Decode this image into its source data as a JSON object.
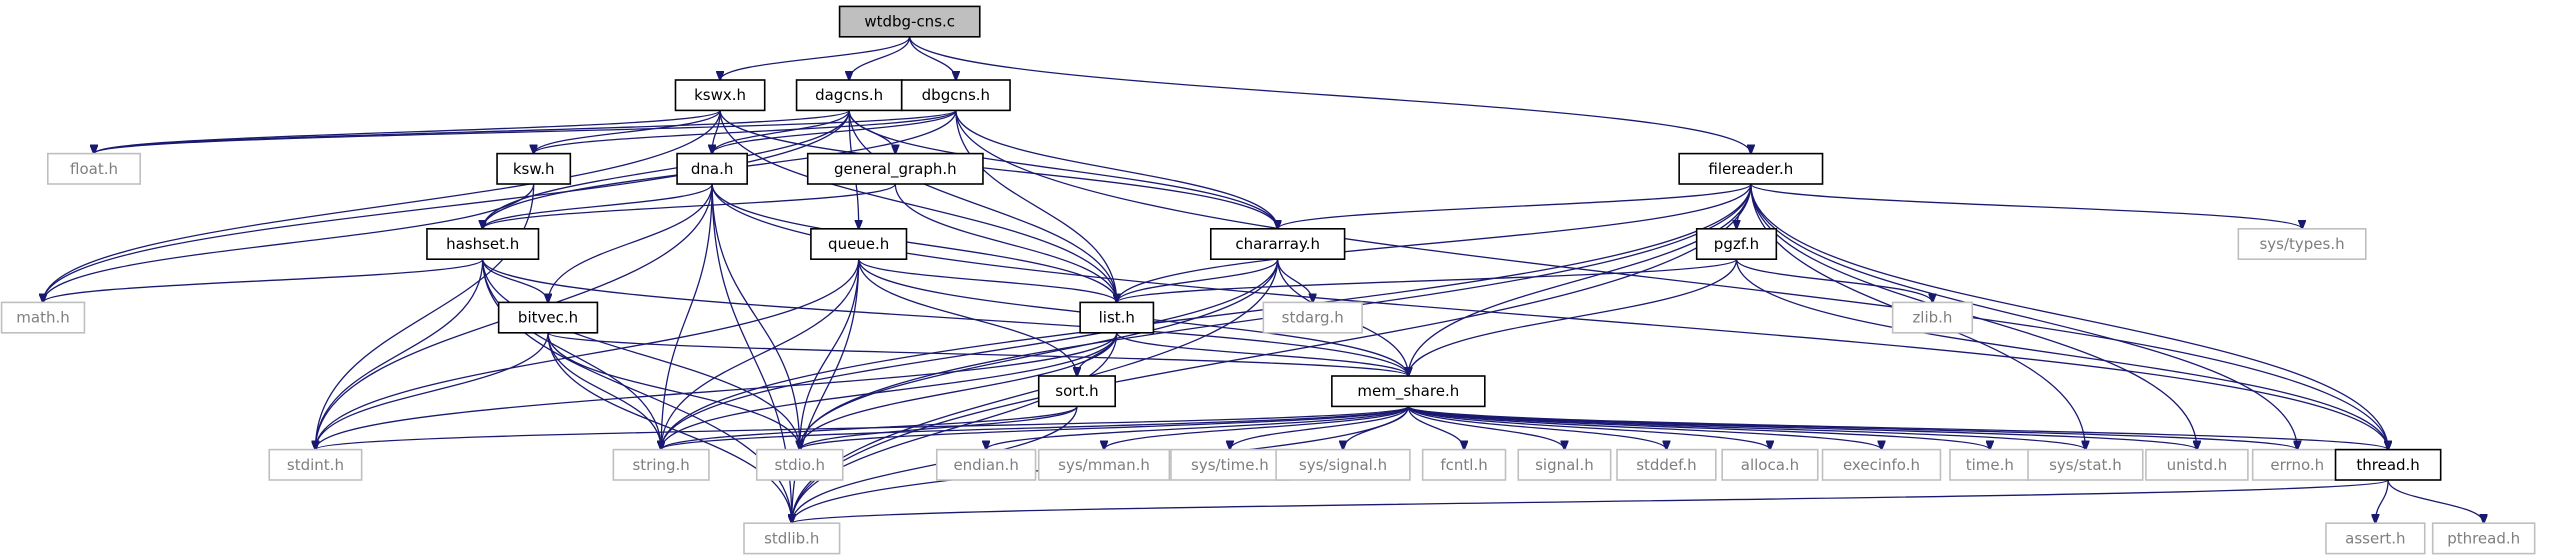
{
  "diagram": {
    "title": "wtdbg-cns.c",
    "colors": {
      "root_fill": "#bfbfbf",
      "node_stroke": "#000000",
      "ext_stroke": "#bfbfbf",
      "ext_text": "#7f7f7f",
      "text": "#000000",
      "edge": "#191970"
    },
    "nodes": [
      {
        "id": "wtdbg-cns.c",
        "label": "wtdbg-cns.c",
        "kind": "root"
      },
      {
        "id": "kswx.h",
        "label": "kswx.h",
        "kind": "file"
      },
      {
        "id": "dagcns.h",
        "label": "dagcns.h",
        "kind": "file"
      },
      {
        "id": "dbgcns.h",
        "label": "dbgcns.h",
        "kind": "file"
      },
      {
        "id": "filereader.h",
        "label": "filereader.h",
        "kind": "file"
      },
      {
        "id": "float.h",
        "label": "float.h",
        "kind": "system"
      },
      {
        "id": "ksw.h",
        "label": "ksw.h",
        "kind": "file"
      },
      {
        "id": "dna.h",
        "label": "dna.h",
        "kind": "file"
      },
      {
        "id": "general_graph.h",
        "label": "general_graph.h",
        "kind": "file"
      },
      {
        "id": "hashset.h",
        "label": "hashset.h",
        "kind": "file"
      },
      {
        "id": "queue.h",
        "label": "queue.h",
        "kind": "file"
      },
      {
        "id": "chararray.h",
        "label": "chararray.h",
        "kind": "file"
      },
      {
        "id": "pgzf.h",
        "label": "pgzf.h",
        "kind": "file"
      },
      {
        "id": "sys/types.h",
        "label": "sys/types.h",
        "kind": "system"
      },
      {
        "id": "math.h",
        "label": "math.h",
        "kind": "system"
      },
      {
        "id": "bitvec.h",
        "label": "bitvec.h",
        "kind": "file"
      },
      {
        "id": "list.h",
        "label": "list.h",
        "kind": "file"
      },
      {
        "id": "stdarg.h",
        "label": "stdarg.h",
        "kind": "system"
      },
      {
        "id": "zlib.h",
        "label": "zlib.h",
        "kind": "system"
      },
      {
        "id": "sort.h",
        "label": "sort.h",
        "kind": "file"
      },
      {
        "id": "mem_share.h",
        "label": "mem_share.h",
        "kind": "file"
      },
      {
        "id": "stdint.h",
        "label": "stdint.h",
        "kind": "system"
      },
      {
        "id": "string.h",
        "label": "string.h",
        "kind": "system"
      },
      {
        "id": "stdio.h",
        "label": "stdio.h",
        "kind": "system"
      },
      {
        "id": "endian.h",
        "label": "endian.h",
        "kind": "system"
      },
      {
        "id": "sys/mman.h",
        "label": "sys/mman.h",
        "kind": "system"
      },
      {
        "id": "sys/time.h",
        "label": "sys/time.h",
        "kind": "system"
      },
      {
        "id": "sys/signal.h",
        "label": "sys/signal.h",
        "kind": "system"
      },
      {
        "id": "fcntl.h",
        "label": "fcntl.h",
        "kind": "system"
      },
      {
        "id": "signal.h",
        "label": "signal.h",
        "kind": "system"
      },
      {
        "id": "stddef.h",
        "label": "stddef.h",
        "kind": "system"
      },
      {
        "id": "alloca.h",
        "label": "alloca.h",
        "kind": "system"
      },
      {
        "id": "execinfo.h",
        "label": "execinfo.h",
        "kind": "system"
      },
      {
        "id": "time.h",
        "label": "time.h",
        "kind": "system"
      },
      {
        "id": "sys/stat.h",
        "label": "sys/stat.h",
        "kind": "system"
      },
      {
        "id": "unistd.h",
        "label": "unistd.h",
        "kind": "system"
      },
      {
        "id": "errno.h",
        "label": "errno.h",
        "kind": "system"
      },
      {
        "id": "thread.h",
        "label": "thread.h",
        "kind": "file"
      },
      {
        "id": "stdlib.h",
        "label": "stdlib.h",
        "kind": "system"
      },
      {
        "id": "assert.h",
        "label": "assert.h",
        "kind": "system"
      },
      {
        "id": "pthread.h",
        "label": "pthread.h",
        "kind": "system"
      }
    ],
    "edges": [
      [
        "wtdbg-cns.c",
        "kswx.h"
      ],
      [
        "wtdbg-cns.c",
        "dagcns.h"
      ],
      [
        "wtdbg-cns.c",
        "dbgcns.h"
      ],
      [
        "wtdbg-cns.c",
        "filereader.h"
      ],
      [
        "kswx.h",
        "float.h"
      ],
      [
        "kswx.h",
        "ksw.h"
      ],
      [
        "kswx.h",
        "dna.h"
      ],
      [
        "kswx.h",
        "list.h"
      ],
      [
        "kswx.h",
        "chararray.h"
      ],
      [
        "kswx.h",
        "math.h"
      ],
      [
        "dagcns.h",
        "float.h"
      ],
      [
        "dagcns.h",
        "dna.h"
      ],
      [
        "dagcns.h",
        "general_graph.h"
      ],
      [
        "dagcns.h",
        "hashset.h"
      ],
      [
        "dagcns.h",
        "queue.h"
      ],
      [
        "dagcns.h",
        "list.h"
      ],
      [
        "dagcns.h",
        "chararray.h"
      ],
      [
        "dagcns.h",
        "math.h"
      ],
      [
        "dbgcns.h",
        "dna.h"
      ],
      [
        "dbgcns.h",
        "ksw.h"
      ],
      [
        "dbgcns.h",
        "hashset.h"
      ],
      [
        "dbgcns.h",
        "list.h"
      ],
      [
        "dbgcns.h",
        "chararray.h"
      ],
      [
        "dbgcns.h",
        "thread.h"
      ],
      [
        "dbgcns.h",
        "float.h"
      ],
      [
        "ksw.h",
        "stdint.h"
      ],
      [
        "ksw.h",
        "math.h"
      ],
      [
        "dna.h",
        "hashset.h"
      ],
      [
        "dna.h",
        "list.h"
      ],
      [
        "dna.h",
        "bitvec.h"
      ],
      [
        "dna.h",
        "stdint.h"
      ],
      [
        "dna.h",
        "string.h"
      ],
      [
        "dna.h",
        "stdlib.h"
      ],
      [
        "dna.h",
        "stdio.h"
      ],
      [
        "dna.h",
        "thread.h"
      ],
      [
        "general_graph.h",
        "hashset.h"
      ],
      [
        "general_graph.h",
        "list.h"
      ],
      [
        "hashset.h",
        "bitvec.h"
      ],
      [
        "hashset.h",
        "math.h"
      ],
      [
        "hashset.h",
        "stdint.h"
      ],
      [
        "hashset.h",
        "string.h"
      ],
      [
        "hashset.h",
        "stdio.h"
      ],
      [
        "hashset.h",
        "stdlib.h"
      ],
      [
        "hashset.h",
        "mem_share.h"
      ],
      [
        "queue.h",
        "list.h"
      ],
      [
        "queue.h",
        "sort.h"
      ],
      [
        "queue.h",
        "mem_share.h"
      ],
      [
        "queue.h",
        "stdint.h"
      ],
      [
        "queue.h",
        "string.h"
      ],
      [
        "queue.h",
        "stdio.h"
      ],
      [
        "queue.h",
        "stdlib.h"
      ],
      [
        "chararray.h",
        "list.h"
      ],
      [
        "chararray.h",
        "stdarg.h"
      ],
      [
        "chararray.h",
        "mem_share.h"
      ],
      [
        "chararray.h",
        "string.h"
      ],
      [
        "chararray.h",
        "stdio.h"
      ],
      [
        "chararray.h",
        "stdlib.h"
      ],
      [
        "filereader.h",
        "chararray.h"
      ],
      [
        "filereader.h",
        "list.h"
      ],
      [
        "filereader.h",
        "pgzf.h"
      ],
      [
        "filereader.h",
        "mem_share.h"
      ],
      [
        "filereader.h",
        "sys/types.h"
      ],
      [
        "filereader.h",
        "sys/stat.h"
      ],
      [
        "filereader.h",
        "unistd.h"
      ],
      [
        "filereader.h",
        "errno.h"
      ],
      [
        "filereader.h",
        "thread.h"
      ],
      [
        "filereader.h",
        "string.h"
      ],
      [
        "filereader.h",
        "stdio.h"
      ],
      [
        "filereader.h",
        "stdlib.h"
      ],
      [
        "pgzf.h",
        "list.h"
      ],
      [
        "pgzf.h",
        "zlib.h"
      ],
      [
        "pgzf.h",
        "mem_share.h"
      ],
      [
        "pgzf.h",
        "thread.h"
      ],
      [
        "bitvec.h",
        "mem_share.h"
      ],
      [
        "bitvec.h",
        "stdint.h"
      ],
      [
        "bitvec.h",
        "string.h"
      ],
      [
        "bitvec.h",
        "stdio.h"
      ],
      [
        "bitvec.h",
        "stdlib.h"
      ],
      [
        "list.h",
        "sort.h"
      ],
      [
        "list.h",
        "mem_share.h"
      ],
      [
        "list.h",
        "stdint.h"
      ],
      [
        "list.h",
        "string.h"
      ],
      [
        "list.h",
        "stdio.h"
      ],
      [
        "list.h",
        "stdlib.h"
      ],
      [
        "sort.h",
        "string.h"
      ],
      [
        "sort.h",
        "stdlib.h"
      ],
      [
        "sort.h",
        "stdio.h"
      ],
      [
        "mem_share.h",
        "stdint.h"
      ],
      [
        "mem_share.h",
        "string.h"
      ],
      [
        "mem_share.h",
        "stdio.h"
      ],
      [
        "mem_share.h",
        "stdlib.h"
      ],
      [
        "mem_share.h",
        "endian.h"
      ],
      [
        "mem_share.h",
        "sys/mman.h"
      ],
      [
        "mem_share.h",
        "sys/time.h"
      ],
      [
        "mem_share.h",
        "sys/signal.h"
      ],
      [
        "mem_share.h",
        "fcntl.h"
      ],
      [
        "mem_share.h",
        "signal.h"
      ],
      [
        "mem_share.h",
        "stddef.h"
      ],
      [
        "mem_share.h",
        "alloca.h"
      ],
      [
        "mem_share.h",
        "execinfo.h"
      ],
      [
        "mem_share.h",
        "time.h"
      ],
      [
        "mem_share.h",
        "sys/stat.h"
      ],
      [
        "mem_share.h",
        "unistd.h"
      ],
      [
        "mem_share.h",
        "errno.h"
      ],
      [
        "mem_share.h",
        "thread.h"
      ],
      [
        "thread.h",
        "stdlib.h"
      ],
      [
        "thread.h",
        "assert.h"
      ],
      [
        "thread.h",
        "pthread.h"
      ]
    ]
  }
}
